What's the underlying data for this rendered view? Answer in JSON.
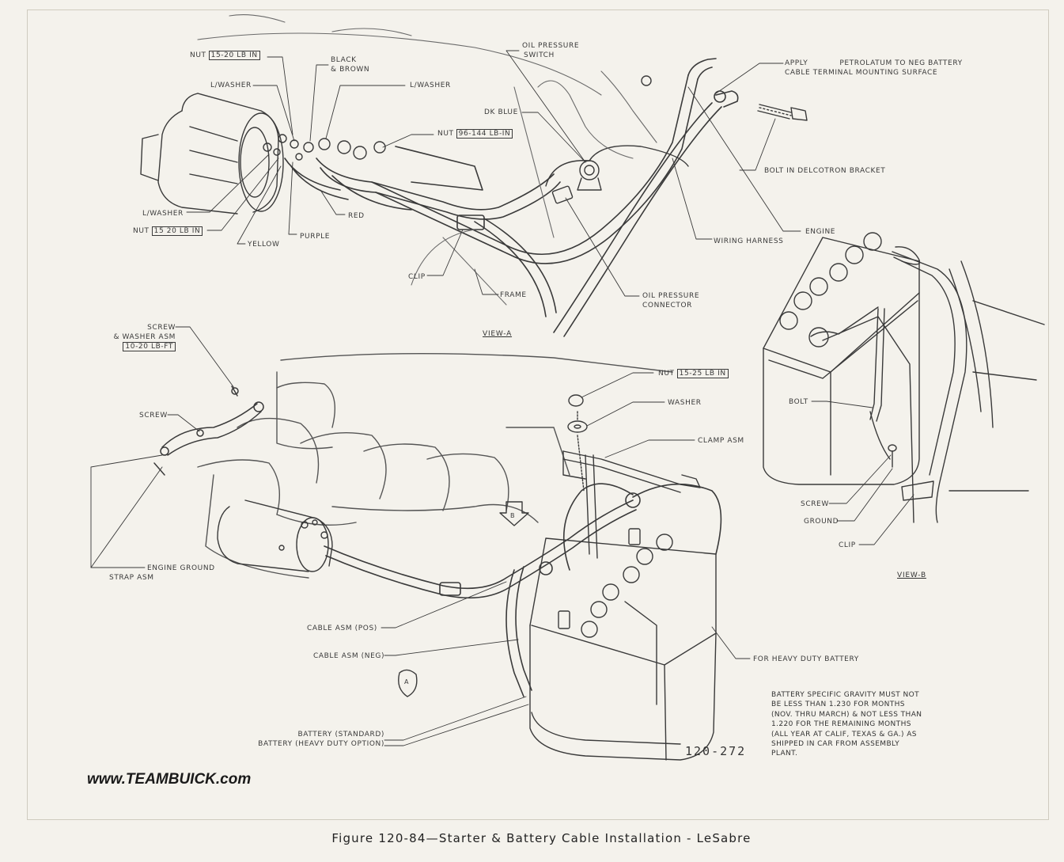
{
  "figure": {
    "caption": "Figure 120-84—Starter & Battery Cable Installation - LeSabre",
    "number": "120-272",
    "watermark": "www.TEAMBUICK.com"
  },
  "views": {
    "view_a": "VIEW-A",
    "view_b": "VIEW-B"
  },
  "labels": {
    "nut_top": "NUT",
    "nut_top_torque": "15-20 LB IN",
    "black_brown_1": "BLACK",
    "black_brown_2": "& BROWN",
    "lwasher_1": "L/WASHER",
    "lwasher_2": "L/WASHER",
    "lwasher_3": "L/WASHER",
    "oil_switch_1": "OIL PRESSURE",
    "oil_switch_2": "SWITCH",
    "dk_blue": "DK BLUE",
    "nut_mid": "NUT",
    "nut_mid_torque": "96-144 LB-IN",
    "apply_1": "APPLY",
    "apply_2": "PETROLATUM TO NEG BATTERY",
    "apply_3": "CABLE TERMINAL MOUNTING SURFACE",
    "bolt_delcotron": "BOLT IN DELCOTRON BRACKET",
    "engine_a": "ENGINE",
    "wiring_harness": "WIRING HARNESS",
    "nut_low": "NUT",
    "nut_low_torque": "15 20 LB IN",
    "red": "RED",
    "purple": "PURPLE",
    "yellow": "YELLOW",
    "clip_a": "CLIP",
    "frame": "FRAME",
    "oil_conn_1": "OIL PRESSURE",
    "oil_conn_2": "CONNECTOR",
    "screw_washer_1": "SCREW",
    "screw_washer_2": "& WASHER ASM",
    "screw_washer_torque": "10-20 LB-FT",
    "screw": "SCREW",
    "nut_batt": "NUT",
    "nut_batt_torque": "15-25 LB IN",
    "washer": "WASHER",
    "clamp_asm": "CLAMP ASM",
    "engine_ground_1": "ENGINE GROUND",
    "engine_ground_2": "STRAP ASM",
    "cable_pos": "CABLE ASM (POS)",
    "cable_neg": "CABLE ASM (NEG)",
    "heavy_duty": "FOR HEAVY DUTY BATTERY",
    "battery_1": "BATTERY (STANDARD)",
    "battery_2": "BATTERY (HEAVY DUTY OPTION)",
    "bolt_b": "BOLT",
    "screw_b": "SCREW",
    "ground_b": "GROUND",
    "clip_b": "CLIP",
    "arrow_a": "A",
    "arrow_b": "B"
  },
  "note": {
    "text": "BATTERY SPECIFIC GRAVITY MUST NOT BE LESS THAN 1.230 FOR MONTHS (NOV. THRU MARCH) & NOT LESS THAN 1.220 FOR THE REMAINING MONTHS (ALL YEAR AT CALIF, TEXAS & GA.) AS SHIPPED IN CAR FROM ASSEMBLY PLANT."
  }
}
